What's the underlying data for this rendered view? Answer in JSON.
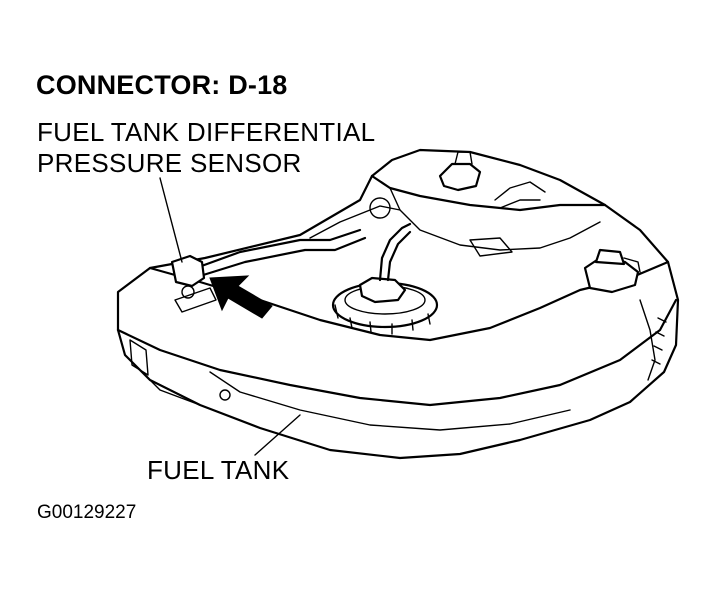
{
  "title": "CONNECTOR: D-18",
  "callouts": {
    "sensor_line1": "FUEL TANK DIFFERENTIAL",
    "sensor_line2": "PRESSURE SENSOR",
    "tank": "FUEL TANK"
  },
  "figure_code": "G00129227",
  "icons": [
    "fuel-tank-drawing",
    "pointer-arrow-icon"
  ]
}
